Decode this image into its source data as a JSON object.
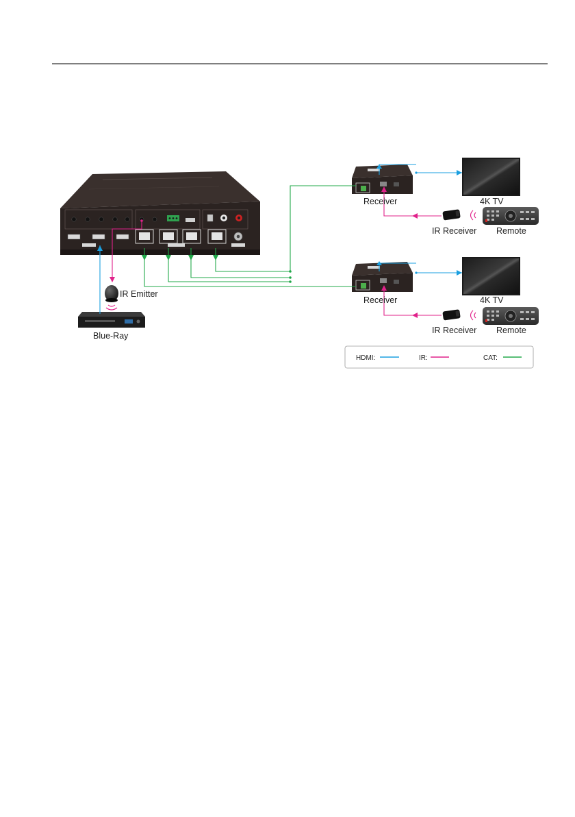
{
  "diagram": {
    "labels": {
      "receiver_top": "Receiver",
      "tv_top": "4K TV",
      "ir_receiver_top": "IR Receiver",
      "remote_top": "Remote",
      "receiver_bottom": "Receiver",
      "tv_bottom": "4K TV",
      "ir_receiver_bottom": "IR Receiver",
      "remote_bottom": "Remote",
      "ir_emitter": "IR Emitter",
      "blue_ray": "Blue-Ray"
    },
    "legend": {
      "hdmi": "HDMI:",
      "ir": "IR:",
      "cat": "CAT:"
    }
  },
  "colors": {
    "hdmi": "#1a9fe0",
    "ir": "#e0218a",
    "cat": "#22a84a",
    "device_body": "#2b2321",
    "header_rule": "#333333"
  }
}
